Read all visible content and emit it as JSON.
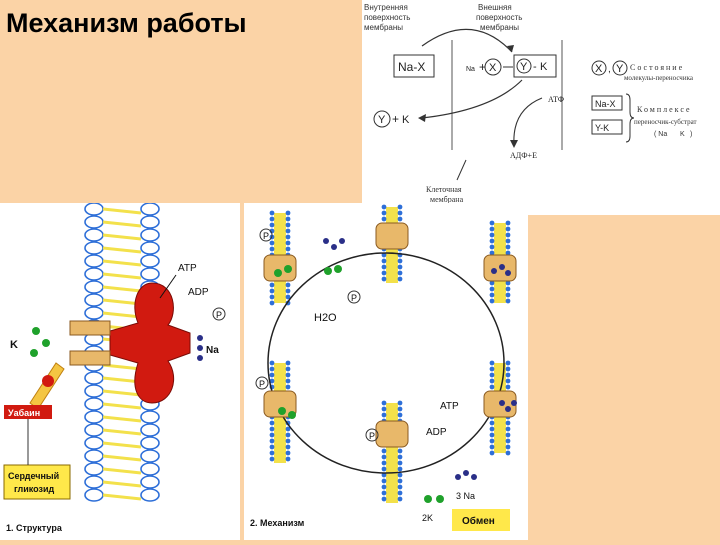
{
  "slide": {
    "title": "Механизм работы"
  },
  "scheme": {
    "label_inner": [
      "Внутренняя",
      "поверхность",
      "мембраны"
    ],
    "label_outer": [
      "Внешняя",
      "поверхность",
      "мембраны"
    ],
    "complex_na": "Na-X",
    "na_prefix": "Na",
    "x_letter": "X",
    "y_letter": "Y",
    "k_letter": "K",
    "plus": "+",
    "dash": "-",
    "atp": "АТФ",
    "adp": "АДФ+Е",
    "cell_membrane": [
      "Клеточная",
      "мембрана"
    ],
    "legend_state": [
      "Состояние",
      "молекулы-переносчика"
    ],
    "legend_complex": [
      "Комплексе",
      "переносчик-субстрат",
      "( Na",
      "K",
      ")"
    ],
    "legend_na": "Na-X",
    "legend_k": "Y-K",
    "comma": ","
  },
  "structure": {
    "atp": "ATP",
    "adp": "ADP",
    "p": "P",
    "k": "K",
    "na": "Na",
    "ouabain": "Уабаин",
    "glycoside": [
      "Сердечный",
      "гликозид"
    ],
    "caption": "1. Структура"
  },
  "mechanism": {
    "p": "P",
    "h2o": "H2O",
    "atp": "ATP",
    "adp": "ADP",
    "na3": "3 Na",
    "k2": "2K",
    "exchange": "Обмен",
    "caption": "2. Механизм"
  },
  "colors": {
    "background": "#fbd3a6",
    "membrane_blue": "#2e6fd8",
    "membrane_yellow": "#f3e14b",
    "pump_red": "#d11a10",
    "carrier_tan": "#e8b86a",
    "k_green": "#1fa12b",
    "na_navy": "#2a2f88",
    "label_yellow": "#ffe84a"
  }
}
